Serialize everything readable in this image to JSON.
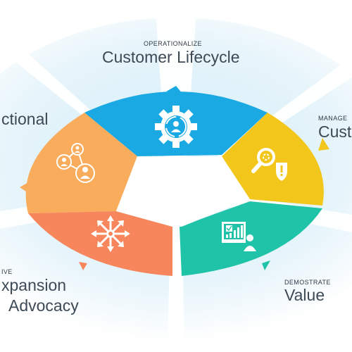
{
  "colors": {
    "blue": "#1aa9e3",
    "orange": "#f9ad5c",
    "yellow": "#f2c61a",
    "coral": "#f7865c",
    "teal": "#1ec3a8",
    "background_glow": "#d2ecf8"
  },
  "segments": {
    "top": {
      "kicker": "OPERATIONALIZE",
      "title": "Customer Lifecycle",
      "icon": "gear-people-icon"
    },
    "left": {
      "title": "ctional",
      "icon": "network-people-icon"
    },
    "right": {
      "kicker": "MANAGE",
      "title": "Cust",
      "icon": "magnifier-shield-icon"
    },
    "bottom_left": {
      "kicker": "IVE",
      "title_line1": "xpansion",
      "title_line2": "Advocacy",
      "icon": "arrows-burst-icon"
    },
    "bottom_right": {
      "kicker": "DEMOSTRATE",
      "title": "Value",
      "icon": "presentation-chart-icon"
    }
  }
}
